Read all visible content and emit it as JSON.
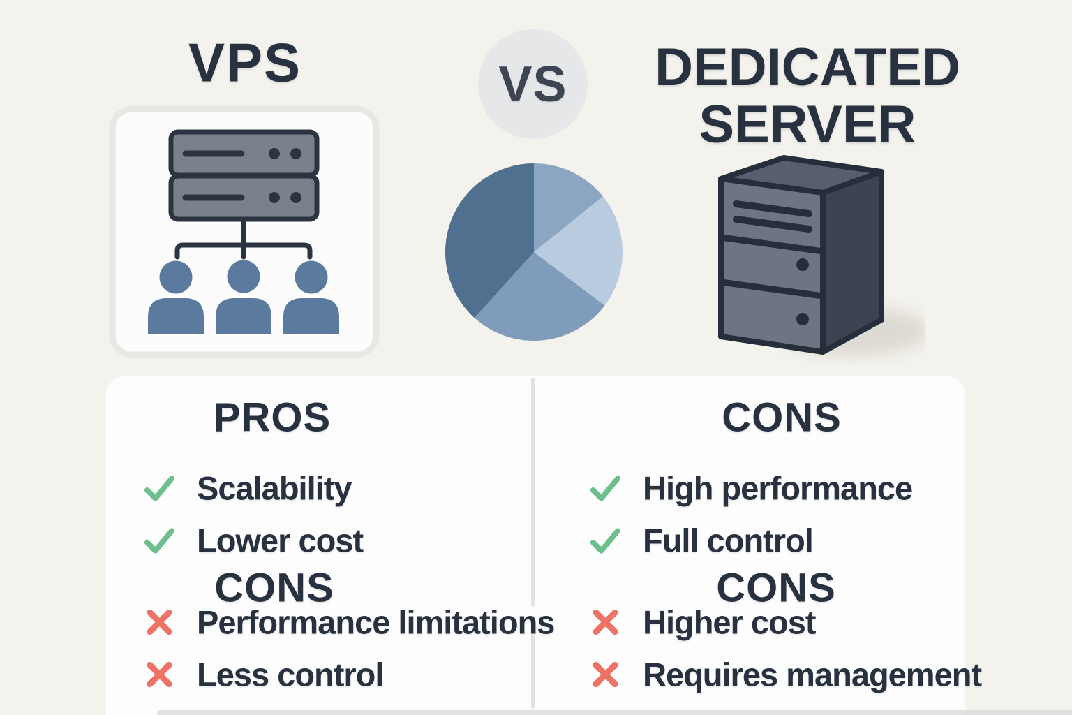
{
  "header": {
    "left_title": "VPS",
    "vs_label": "VS",
    "right_title": "DEDICATED SERVER"
  },
  "icons": {
    "positive_marker": "check-icon",
    "negative_marker": "cross-icon",
    "left_illustration": "vps-server-with-users-icon",
    "right_illustration": "dedicated-server-tower-icon"
  },
  "colors": {
    "background": "#f4f2ec",
    "panel": "#fdfdfd",
    "divider": "#e2e2e2",
    "heading_text": "#28313f",
    "green": "#6fbe8e",
    "red": "#ee7265",
    "vs_circle": "#e6e7e9",
    "vs_text": "#3d4553",
    "user_blue": "#5a7a9e",
    "server_gray": "#7b818b",
    "outline_navy": "#2d3441"
  },
  "chart_data": {
    "type": "pie",
    "title": "",
    "legend": "none",
    "start_angle_deg": 0,
    "clockwise": true,
    "slices": [
      {
        "value": 14.2,
        "color": "#8aa6c3"
      },
      {
        "value": 21.1,
        "color": "#b9cbde"
      },
      {
        "value": 26.4,
        "color": "#7f9cbc"
      },
      {
        "value": 38.3,
        "color": "#50708f"
      }
    ]
  },
  "panels": {
    "left": {
      "sections": [
        {
          "heading": "PROS",
          "marker": "check-icon",
          "items": [
            "Scalability",
            "Lower cost"
          ]
        },
        {
          "heading": "CONS",
          "marker": "cross-icon",
          "items": [
            "Performance limitations",
            "Less control"
          ]
        }
      ]
    },
    "right": {
      "sections": [
        {
          "heading": "CONS",
          "marker": "check-icon",
          "items": [
            "High performance",
            "Full control"
          ]
        },
        {
          "heading": "CONS",
          "marker": "cross-icon",
          "items": [
            "Higher cost",
            "Requires management"
          ]
        }
      ]
    }
  }
}
